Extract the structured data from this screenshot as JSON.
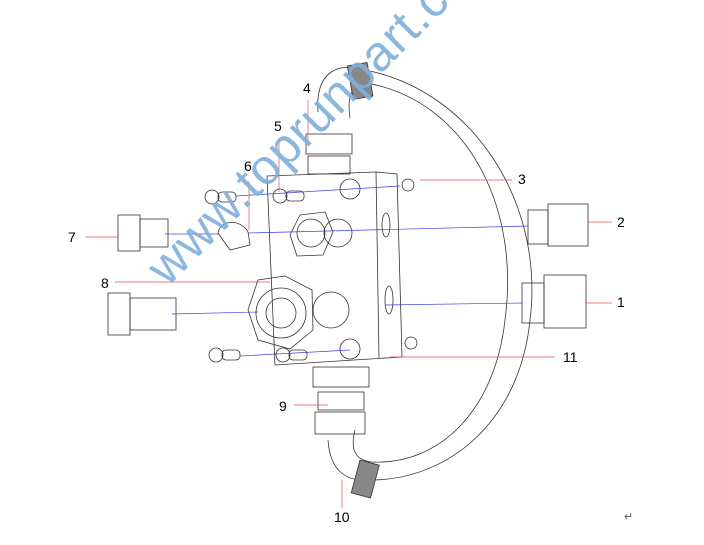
{
  "callouts": [
    "1",
    "2",
    "3",
    "4",
    "5",
    "6",
    "7",
    "8",
    "9",
    "10",
    "11"
  ],
  "watermark": "www.toprunpart.com",
  "return_mark": "↵",
  "colors": {
    "leader_red": "#e05050",
    "axis_blue": "#4040e0",
    "watermark": "#7fb0dc"
  }
}
